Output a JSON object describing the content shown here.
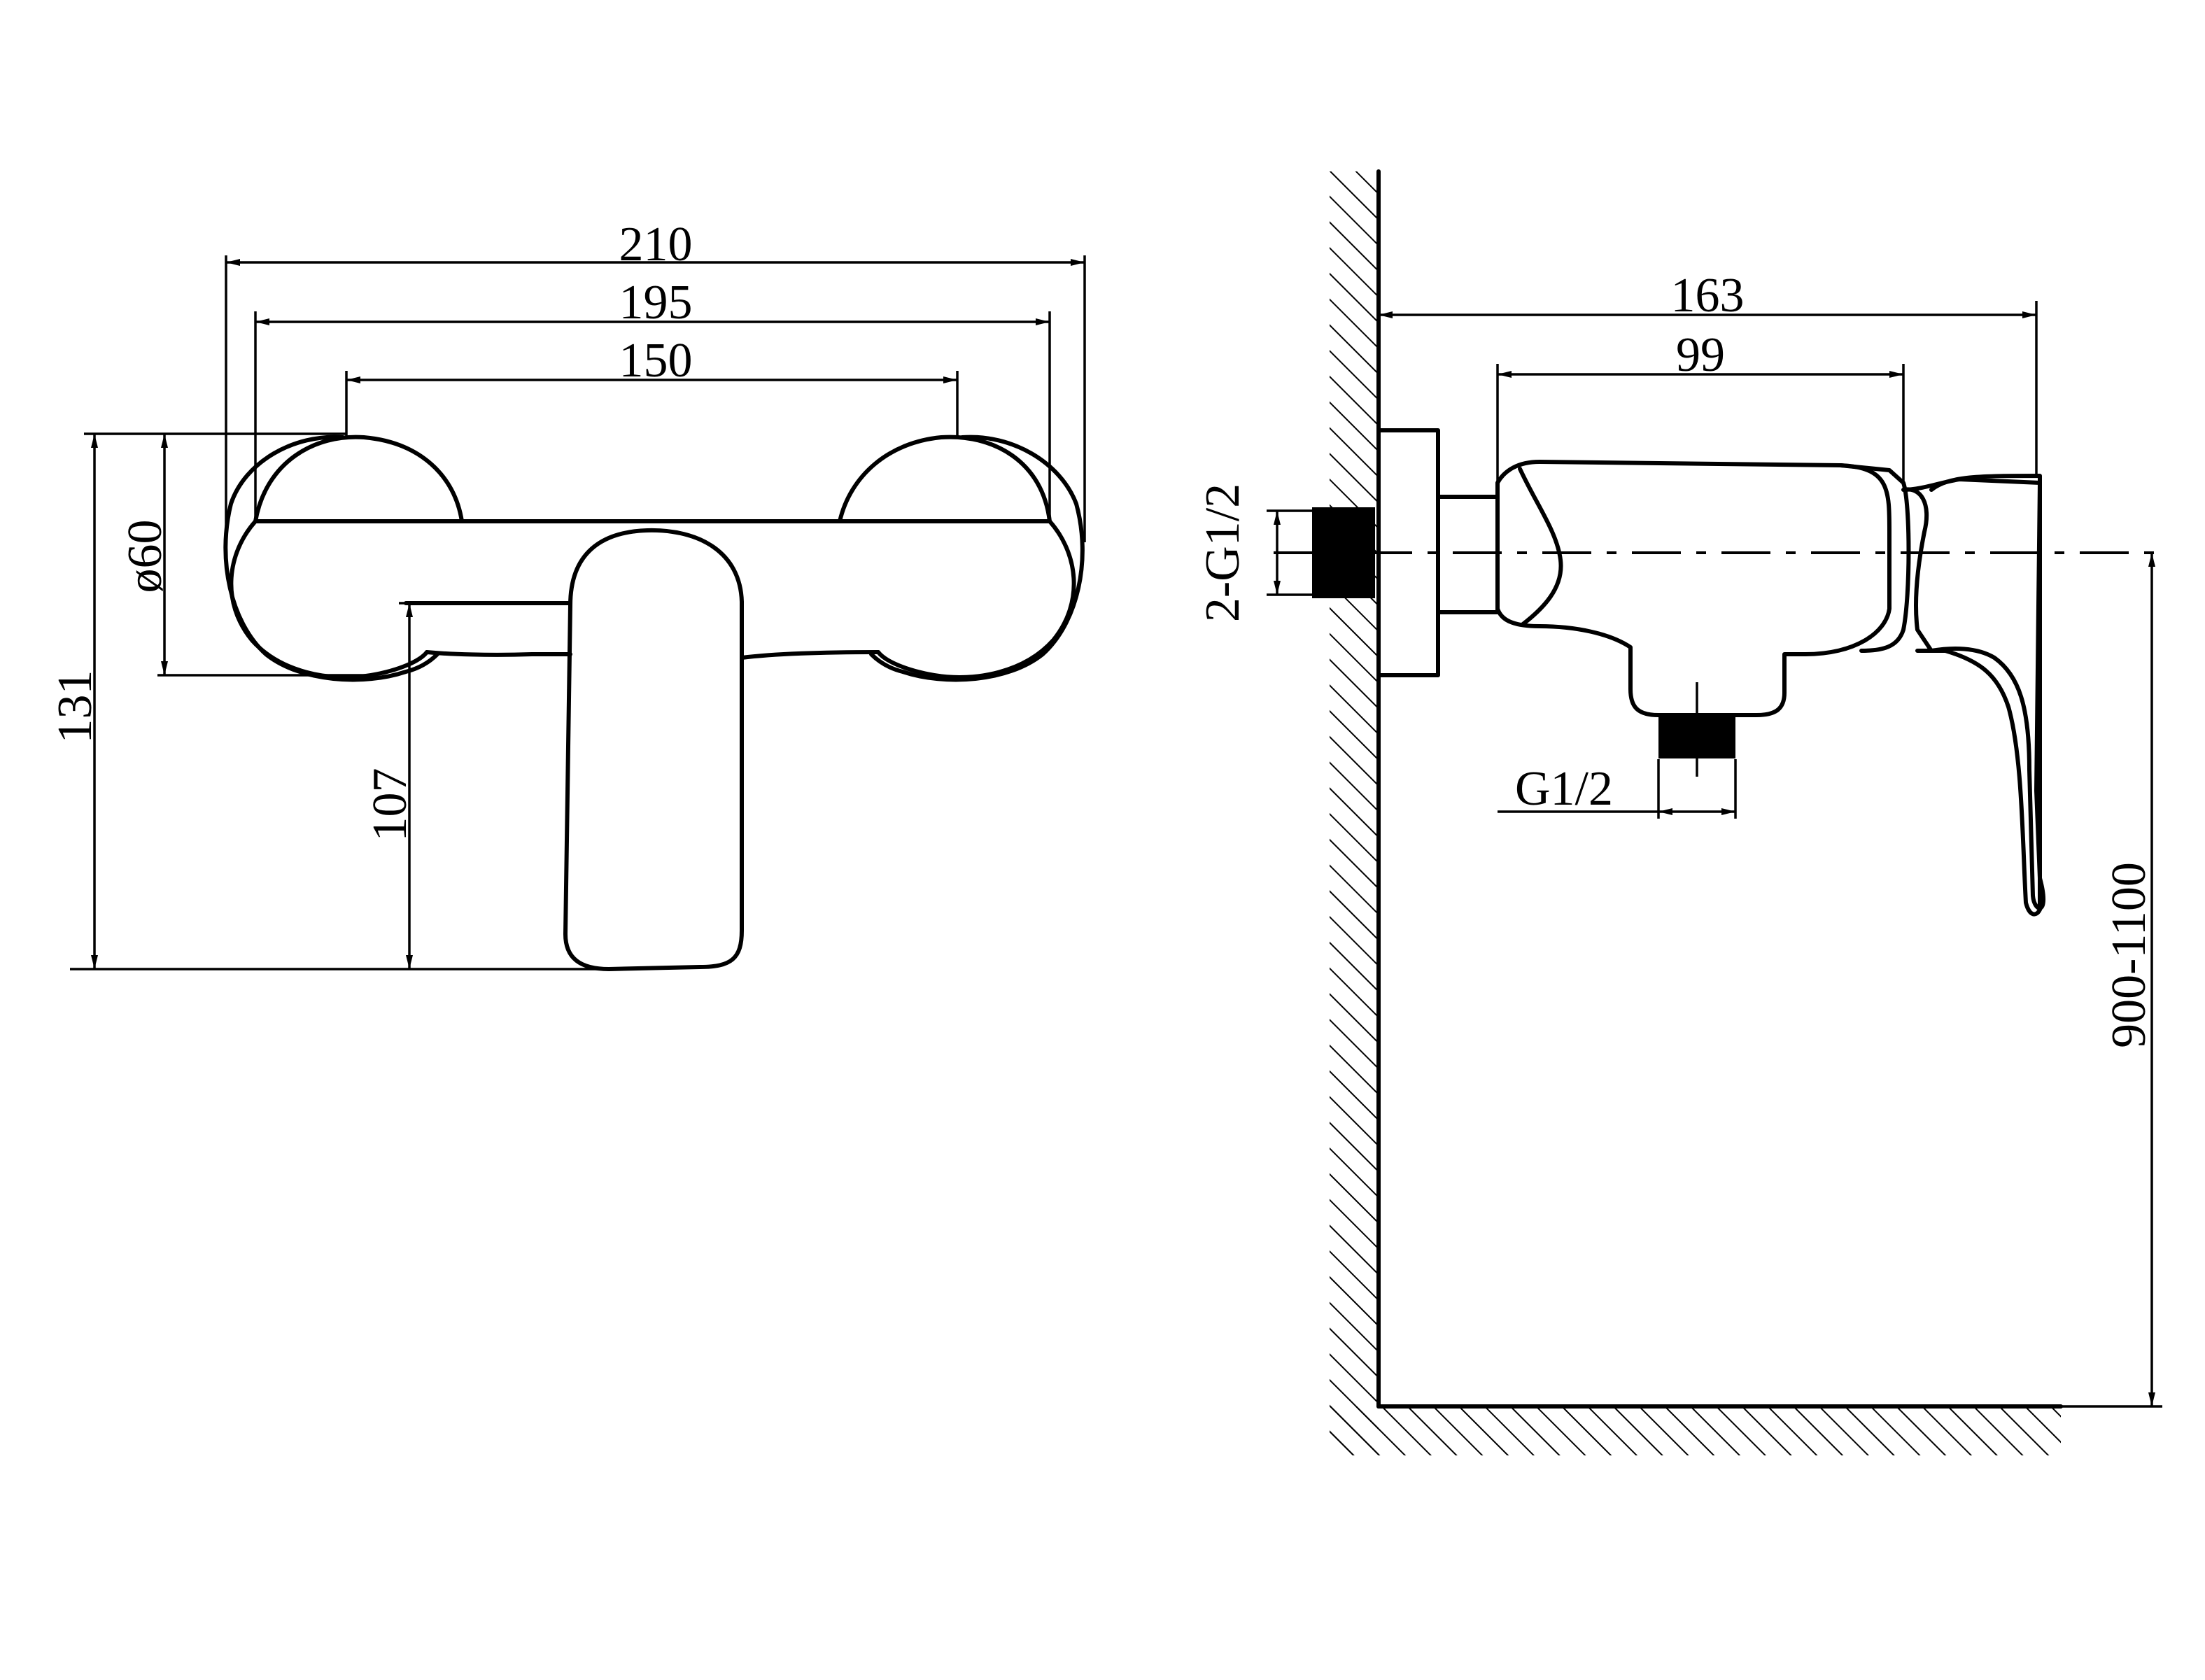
{
  "dimensions": {
    "front_view": {
      "width_overall": "210",
      "width_mid": "195",
      "width_centres": "150",
      "height_overall": "131",
      "diameter": "ø60",
      "spout_height": "107"
    },
    "side_view": {
      "depth_overall": "163",
      "depth_body": "99",
      "inlet_thread": "2-G1/2",
      "outlet_thread": "G1/2",
      "mounting_height": "900-1100"
    }
  },
  "colors": {
    "line": "#000000",
    "background": "#ffffff"
  }
}
